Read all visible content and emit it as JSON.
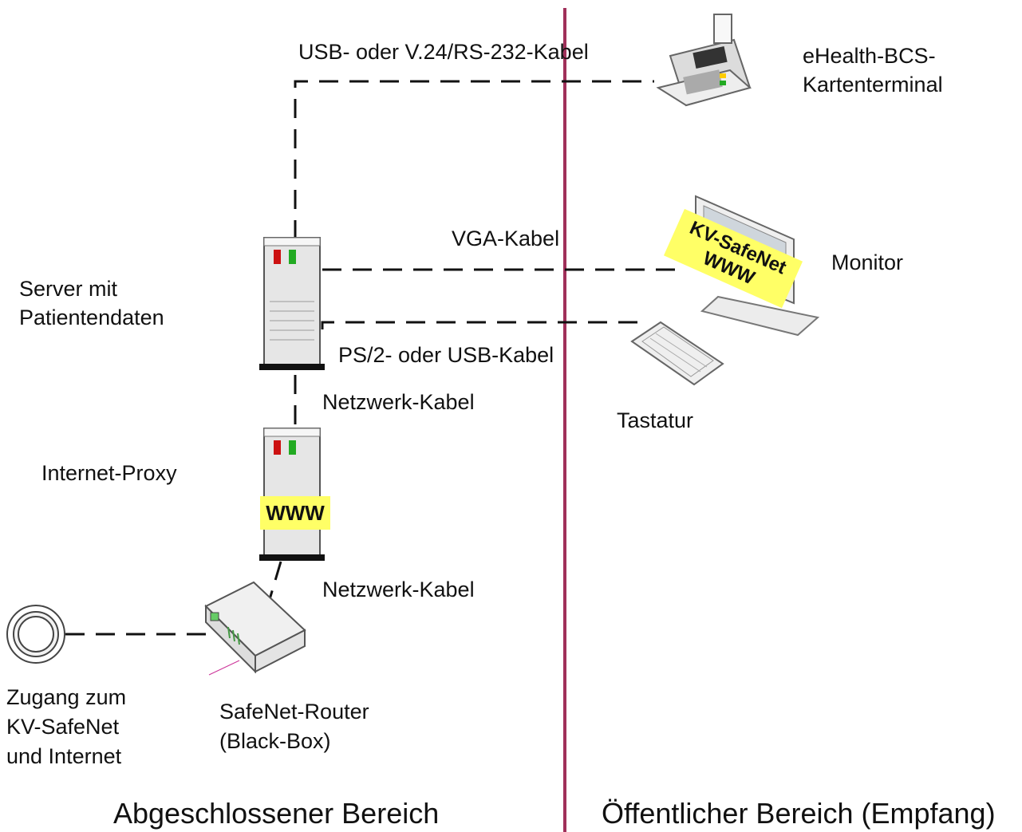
{
  "labels": {
    "cable_usb_rs232": "USB- oder V.24/RS-232-Kabel",
    "card_terminal": [
      "eHealth-BCS-",
      "Kartenterminal"
    ],
    "cable_vga": "VGA-Kabel",
    "monitor": "Monitor",
    "server": [
      "Server mit",
      "Patientendaten"
    ],
    "cable_ps2_usb": "PS/2- oder USB-Kabel",
    "cable_network_1": "Netzwerk-Kabel",
    "keyboard": "Tastatur",
    "proxy": "Internet-Proxy",
    "cable_network_2": "Netzwerk-Kabel",
    "access": [
      "Zugang zum",
      "KV-SafeNet",
      "und Internet"
    ],
    "router": [
      "SafeNet-Router",
      "(Black-Box)"
    ]
  },
  "tags": {
    "proxy_www": "WWW",
    "monitor_tag": [
      "KV-SafeNet",
      "WWW"
    ]
  },
  "zones": {
    "closed": "Abgeschlossener Bereich",
    "public": "Öffentlicher Bereich (Empfang)"
  },
  "colors": {
    "divider": "#a0305a",
    "tag_yellow": "#ffff66",
    "led_red": "#cc1111",
    "led_green": "#22aa22"
  }
}
